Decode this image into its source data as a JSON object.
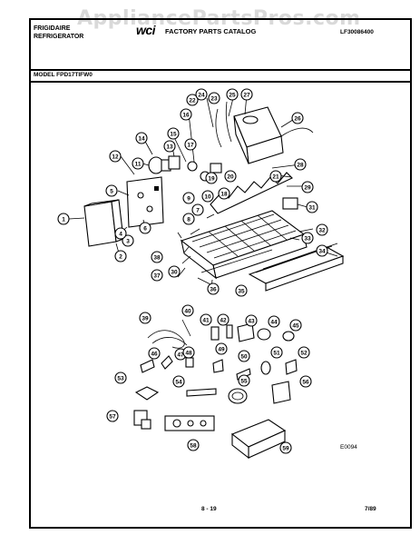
{
  "watermark": "AppliancePartsPros.com",
  "header": {
    "brand_line1": "FRIGIDAIRE",
    "brand_line2": "REFRIGERATOR",
    "logo_text": "wci",
    "catalog_title": "FACTORY PARTS CATALOG",
    "catalog_number": "LF30086400",
    "model_line": "MODEL FPD17TIFW0"
  },
  "diagram": {
    "callouts": [
      "1",
      "2",
      "3",
      "4",
      "5",
      "6",
      "7",
      "8",
      "9",
      "10",
      "11",
      "12",
      "13",
      "14",
      "15",
      "16",
      "17",
      "18",
      "19",
      "20",
      "21",
      "22",
      "23",
      "24",
      "25",
      "26",
      "27",
      "28",
      "29",
      "30",
      "31",
      "32",
      "33",
      "34",
      "35",
      "36",
      "37",
      "38",
      "39",
      "40",
      "41",
      "42",
      "43",
      "44",
      "45",
      "46",
      "47",
      "48",
      "49",
      "50",
      "51",
      "52",
      "53",
      "54",
      "55",
      "56",
      "57",
      "58",
      "59"
    ],
    "drawing_code": "E0094"
  },
  "footer": {
    "page_number": "8 - 19",
    "date": "7/89"
  }
}
